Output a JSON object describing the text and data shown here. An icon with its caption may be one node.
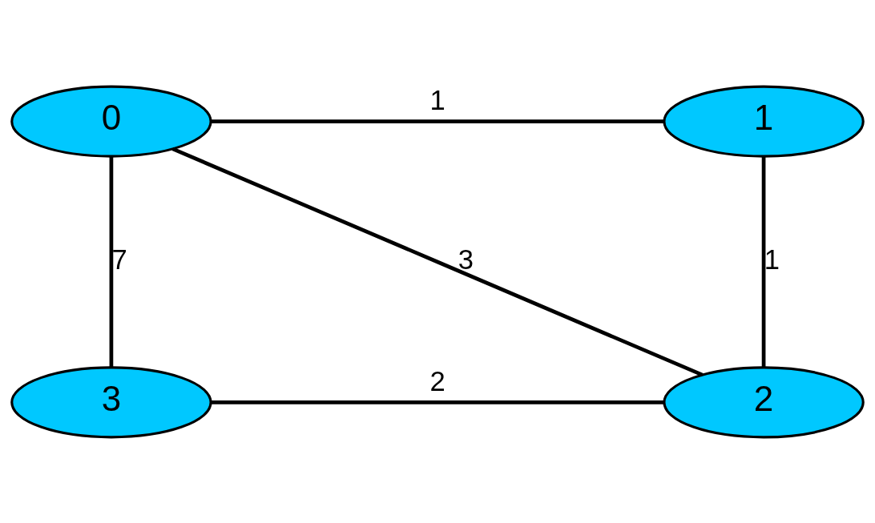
{
  "diagram": {
    "nodes": [
      {
        "text": [
          "0"
        ]
      },
      {
        "text": [
          "1"
        ]
      },
      {
        "text": [
          "2"
        ]
      },
      {
        "text": [
          "3"
        ]
      }
    ],
    "edges": [
      {
        "from": 0,
        "to": 1,
        "arrow": "none",
        "label": "1"
      },
      {
        "from": 0,
        "to": 2,
        "arrow": "none",
        "label": "3"
      },
      {
        "from": 0,
        "to": 3,
        "arrow": "none",
        "label": "7"
      },
      {
        "from": 1,
        "to": 2,
        "arrow": "none",
        "label": "1"
      },
      {
        "from": 3,
        "to": 2,
        "arrow": "none",
        "label": "2"
      }
    ]
  }
}
